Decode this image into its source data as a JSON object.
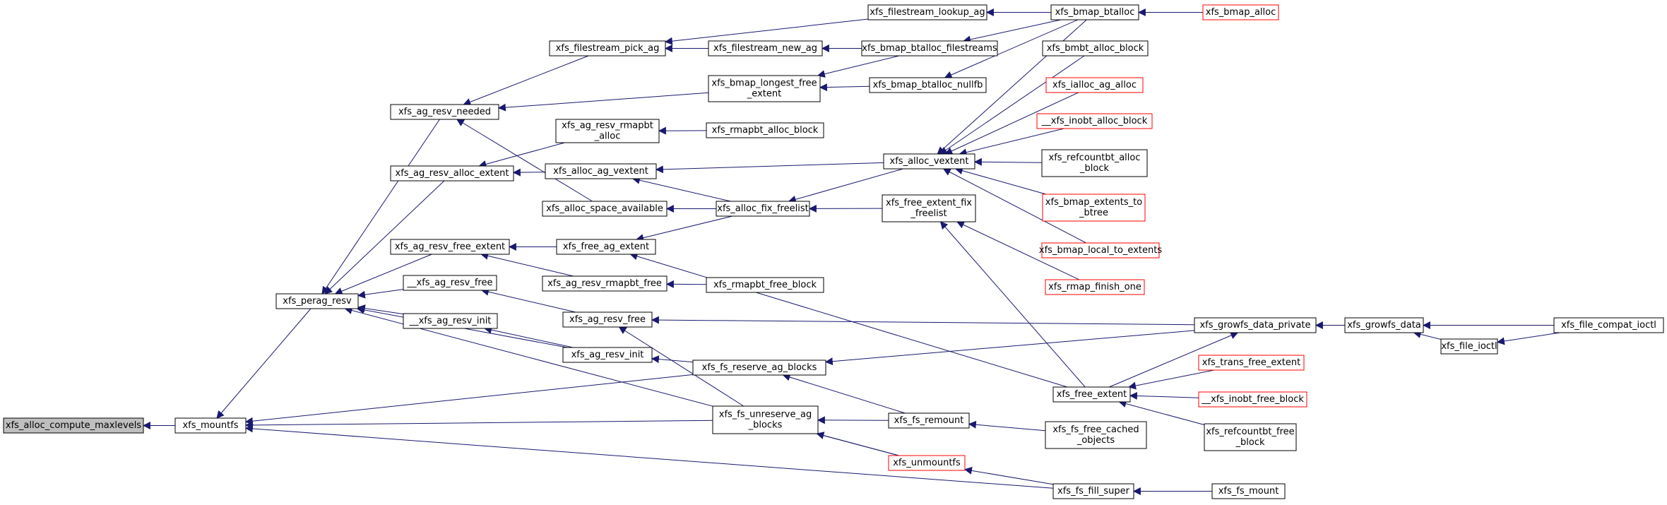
{
  "graph": {
    "colors": {
      "edge": "#191970",
      "box_border": "#000000",
      "box_fill": "#ffffff",
      "truncated_border": "#ff0000",
      "focus_fill": "#bfbfbf"
    },
    "nodes": {
      "compute_maxlevels": {
        "lines": [
          "xfs_alloc_compute_maxlevels"
        ],
        "style": "focus"
      },
      "mountfs": {
        "lines": [
          "xfs_mountfs"
        ],
        "style": "normal"
      },
      "perag_resv": {
        "lines": [
          "xfs_perag_resv"
        ],
        "style": "normal"
      },
      "ag_resv_needed": {
        "lines": [
          "xfs_ag_resv_needed"
        ],
        "style": "normal"
      },
      "ag_resv_alloc_extent": {
        "lines": [
          "xfs_ag_resv_alloc_extent"
        ],
        "style": "normal"
      },
      "ag_resv_free_extent": {
        "lines": [
          "xfs_ag_resv_free_extent"
        ],
        "style": "normal"
      },
      "u_ag_resv_free": {
        "lines": [
          "__xfs_ag_resv_free"
        ],
        "style": "normal"
      },
      "u_ag_resv_init": {
        "lines": [
          "__xfs_ag_resv_init"
        ],
        "style": "normal"
      },
      "filestream_pick_ag": {
        "lines": [
          "xfs_filestream_pick_ag"
        ],
        "style": "normal"
      },
      "ag_resv_rmapbt_alloc": {
        "lines": [
          "xfs_ag_resv_rmapbt",
          "_alloc"
        ],
        "style": "normal"
      },
      "alloc_ag_vextent": {
        "lines": [
          "xfs_alloc_ag_vextent"
        ],
        "style": "normal"
      },
      "alloc_space_available": {
        "lines": [
          "xfs_alloc_space_available"
        ],
        "style": "normal"
      },
      "free_ag_extent": {
        "lines": [
          "xfs_free_ag_extent"
        ],
        "style": "normal"
      },
      "ag_resv_rmapbt_free": {
        "lines": [
          "xfs_ag_resv_rmapbt_free"
        ],
        "style": "normal"
      },
      "ag_resv_free": {
        "lines": [
          "xfs_ag_resv_free"
        ],
        "style": "normal"
      },
      "ag_resv_init": {
        "lines": [
          "xfs_ag_resv_init"
        ],
        "style": "normal"
      },
      "filestream_new_ag": {
        "lines": [
          "xfs_filestream_new_ag"
        ],
        "style": "normal"
      },
      "bmap_longest_free_extent": {
        "lines": [
          "xfs_bmap_longest_free",
          "_extent"
        ],
        "style": "normal"
      },
      "rmapbt_alloc_block": {
        "lines": [
          "xfs_rmapbt_alloc_block"
        ],
        "style": "normal"
      },
      "alloc_fix_freelist": {
        "lines": [
          "xfs_alloc_fix_freelist"
        ],
        "style": "normal"
      },
      "rmapbt_free_block": {
        "lines": [
          "xfs_rmapbt_free_block"
        ],
        "style": "normal"
      },
      "fs_reserve_ag_blocks": {
        "lines": [
          "xfs_fs_reserve_ag_blocks"
        ],
        "style": "normal"
      },
      "fs_unreserve_ag_blocks": {
        "lines": [
          "xfs_fs_unreserve_ag",
          "_blocks"
        ],
        "style": "normal"
      },
      "unmountfs": {
        "lines": [
          "xfs_unmountfs"
        ],
        "style": "truncated"
      },
      "filestream_lookup_ag": {
        "lines": [
          "xfs_filestream_lookup_ag"
        ],
        "style": "normal"
      },
      "bmap_btalloc_filestreams": {
        "lines": [
          "xfs_bmap_btalloc_filestreams"
        ],
        "style": "normal"
      },
      "bmap_btalloc_nullfb": {
        "lines": [
          "xfs_bmap_btalloc_nullfb"
        ],
        "style": "normal"
      },
      "alloc_vextent": {
        "lines": [
          "xfs_alloc_vextent"
        ],
        "style": "normal"
      },
      "free_extent_fix_freelist": {
        "lines": [
          "xfs_free_extent_fix",
          "_freelist"
        ],
        "style": "normal"
      },
      "fs_remount": {
        "lines": [
          "xfs_fs_remount"
        ],
        "style": "normal"
      },
      "bmap_btalloc": {
        "lines": [
          "xfs_bmap_btalloc"
        ],
        "style": "normal"
      },
      "bmbt_alloc_block": {
        "lines": [
          "xfs_bmbt_alloc_block"
        ],
        "style": "normal"
      },
      "ialloc_ag_alloc": {
        "lines": [
          "xfs_ialloc_ag_alloc"
        ],
        "style": "truncated"
      },
      "u_inobt_alloc_block": {
        "lines": [
          "__xfs_inobt_alloc_block"
        ],
        "style": "truncated"
      },
      "refcountbt_alloc_block": {
        "lines": [
          "xfs_refcountbt_alloc",
          "_block"
        ],
        "style": "normal"
      },
      "bmap_extents_to_btree": {
        "lines": [
          "xfs_bmap_extents_to",
          "_btree"
        ],
        "style": "truncated"
      },
      "bmap_local_to_extents": {
        "lines": [
          "xfs_bmap_local_to_extents"
        ],
        "style": "truncated"
      },
      "rmap_finish_one": {
        "lines": [
          "xfs_rmap_finish_one"
        ],
        "style": "truncated"
      },
      "growfs_data_private": {
        "lines": [
          "xfs_growfs_data_private"
        ],
        "style": "normal"
      },
      "free_extent": {
        "lines": [
          "xfs_free_extent"
        ],
        "style": "normal"
      },
      "trans_free_extent": {
        "lines": [
          "xfs_trans_free_extent"
        ],
        "style": "truncated"
      },
      "u_inobt_free_block": {
        "lines": [
          "__xfs_inobt_free_block"
        ],
        "style": "truncated"
      },
      "refcountbt_free_block": {
        "lines": [
          "xfs_refcountbt_free",
          "_block"
        ],
        "style": "normal"
      },
      "fs_free_cached_objects": {
        "lines": [
          "xfs_fs_free_cached",
          "_objects"
        ],
        "style": "normal"
      },
      "fs_fill_super": {
        "lines": [
          "xfs_fs_fill_super"
        ],
        "style": "normal"
      },
      "fs_mount": {
        "lines": [
          "xfs_fs_mount"
        ],
        "style": "normal"
      },
      "bmap_alloc": {
        "lines": [
          "xfs_bmap_alloc"
        ],
        "style": "truncated"
      },
      "growfs_data": {
        "lines": [
          "xfs_growfs_data"
        ],
        "style": "normal"
      },
      "file_ioctl": {
        "lines": [
          "xfs_file_ioctl"
        ],
        "style": "normal"
      },
      "file_compat_ioctl": {
        "lines": [
          "xfs_file_compat_ioctl"
        ],
        "style": "normal"
      }
    },
    "edges": [
      [
        "mountfs",
        "compute_maxlevels"
      ],
      [
        "perag_resv",
        "mountfs"
      ],
      [
        "fs_reserve_ag_blocks",
        "mountfs"
      ],
      [
        "fs_unreserve_ag_blocks",
        "mountfs"
      ],
      [
        "fs_fill_super",
        "mountfs"
      ],
      [
        "ag_resv_needed",
        "perag_resv"
      ],
      [
        "ag_resv_alloc_extent",
        "perag_resv"
      ],
      [
        "ag_resv_free_extent",
        "perag_resv"
      ],
      [
        "u_ag_resv_free",
        "perag_resv"
      ],
      [
        "u_ag_resv_init",
        "perag_resv"
      ],
      [
        "ag_resv_init",
        "perag_resv"
      ],
      [
        "unmountfs",
        "perag_resv"
      ],
      [
        "filestream_pick_ag",
        "ag_resv_needed"
      ],
      [
        "bmap_longest_free_extent",
        "ag_resv_needed"
      ],
      [
        "alloc_space_available",
        "ag_resv_needed"
      ],
      [
        "ag_resv_rmapbt_alloc",
        "ag_resv_alloc_extent"
      ],
      [
        "alloc_ag_vextent",
        "ag_resv_alloc_extent"
      ],
      [
        "free_ag_extent",
        "ag_resv_free_extent"
      ],
      [
        "ag_resv_rmapbt_free",
        "ag_resv_free_extent"
      ],
      [
        "ag_resv_free",
        "u_ag_resv_free"
      ],
      [
        "ag_resv_init",
        "u_ag_resv_init"
      ],
      [
        "filestream_new_ag",
        "filestream_pick_ag"
      ],
      [
        "filestream_lookup_ag",
        "filestream_pick_ag"
      ],
      [
        "bmap_btalloc_filestreams",
        "bmap_longest_free_extent"
      ],
      [
        "bmap_btalloc_nullfb",
        "bmap_longest_free_extent"
      ],
      [
        "rmapbt_alloc_block",
        "ag_resv_rmapbt_alloc"
      ],
      [
        "alloc_vextent",
        "alloc_ag_vextent"
      ],
      [
        "alloc_fix_freelist",
        "alloc_ag_vextent"
      ],
      [
        "alloc_fix_freelist",
        "alloc_space_available"
      ],
      [
        "alloc_fix_freelist",
        "free_ag_extent"
      ],
      [
        "free_extent",
        "free_ag_extent"
      ],
      [
        "rmapbt_free_block",
        "ag_resv_rmapbt_free"
      ],
      [
        "growfs_data_private",
        "ag_resv_free"
      ],
      [
        "fs_unreserve_ag_blocks",
        "ag_resv_free"
      ],
      [
        "fs_reserve_ag_blocks",
        "ag_resv_init"
      ],
      [
        "bmap_btalloc_filestreams",
        "filestream_new_ag"
      ],
      [
        "bmap_btalloc",
        "filestream_lookup_ag"
      ],
      [
        "alloc_vextent",
        "alloc_fix_freelist"
      ],
      [
        "free_extent_fix_freelist",
        "alloc_fix_freelist"
      ],
      [
        "growfs_data_private",
        "fs_reserve_ag_blocks"
      ],
      [
        "fs_remount",
        "fs_reserve_ag_blocks"
      ],
      [
        "fs_remount",
        "fs_unreserve_ag_blocks"
      ],
      [
        "unmountfs",
        "fs_unreserve_ag_blocks"
      ],
      [
        "fs_fill_super",
        "unmountfs"
      ],
      [
        "bmap_btalloc",
        "bmap_btalloc_filestreams"
      ],
      [
        "bmap_btalloc",
        "bmap_btalloc_nullfb"
      ],
      [
        "bmap_btalloc",
        "alloc_vextent"
      ],
      [
        "bmbt_alloc_block",
        "alloc_vextent"
      ],
      [
        "ialloc_ag_alloc",
        "alloc_vextent"
      ],
      [
        "u_inobt_alloc_block",
        "alloc_vextent"
      ],
      [
        "refcountbt_alloc_block",
        "alloc_vextent"
      ],
      [
        "bmap_extents_to_btree",
        "alloc_vextent"
      ],
      [
        "bmap_local_to_extents",
        "alloc_vextent"
      ],
      [
        "free_extent",
        "free_extent_fix_freelist"
      ],
      [
        "rmap_finish_one",
        "free_extent_fix_freelist"
      ],
      [
        "fs_free_cached_objects",
        "fs_remount"
      ],
      [
        "bmap_alloc",
        "bmap_btalloc"
      ],
      [
        "growfs_data",
        "growfs_data_private"
      ],
      [
        "free_extent",
        "growfs_data_private"
      ],
      [
        "trans_free_extent",
        "free_extent"
      ],
      [
        "u_inobt_free_block",
        "free_extent"
      ],
      [
        "refcountbt_free_block",
        "free_extent"
      ],
      [
        "fs_mount",
        "fs_fill_super"
      ],
      [
        "file_ioctl",
        "growfs_data"
      ],
      [
        "file_compat_ioctl",
        "growfs_data"
      ],
      [
        "file_compat_ioctl",
        "file_ioctl"
      ]
    ]
  }
}
